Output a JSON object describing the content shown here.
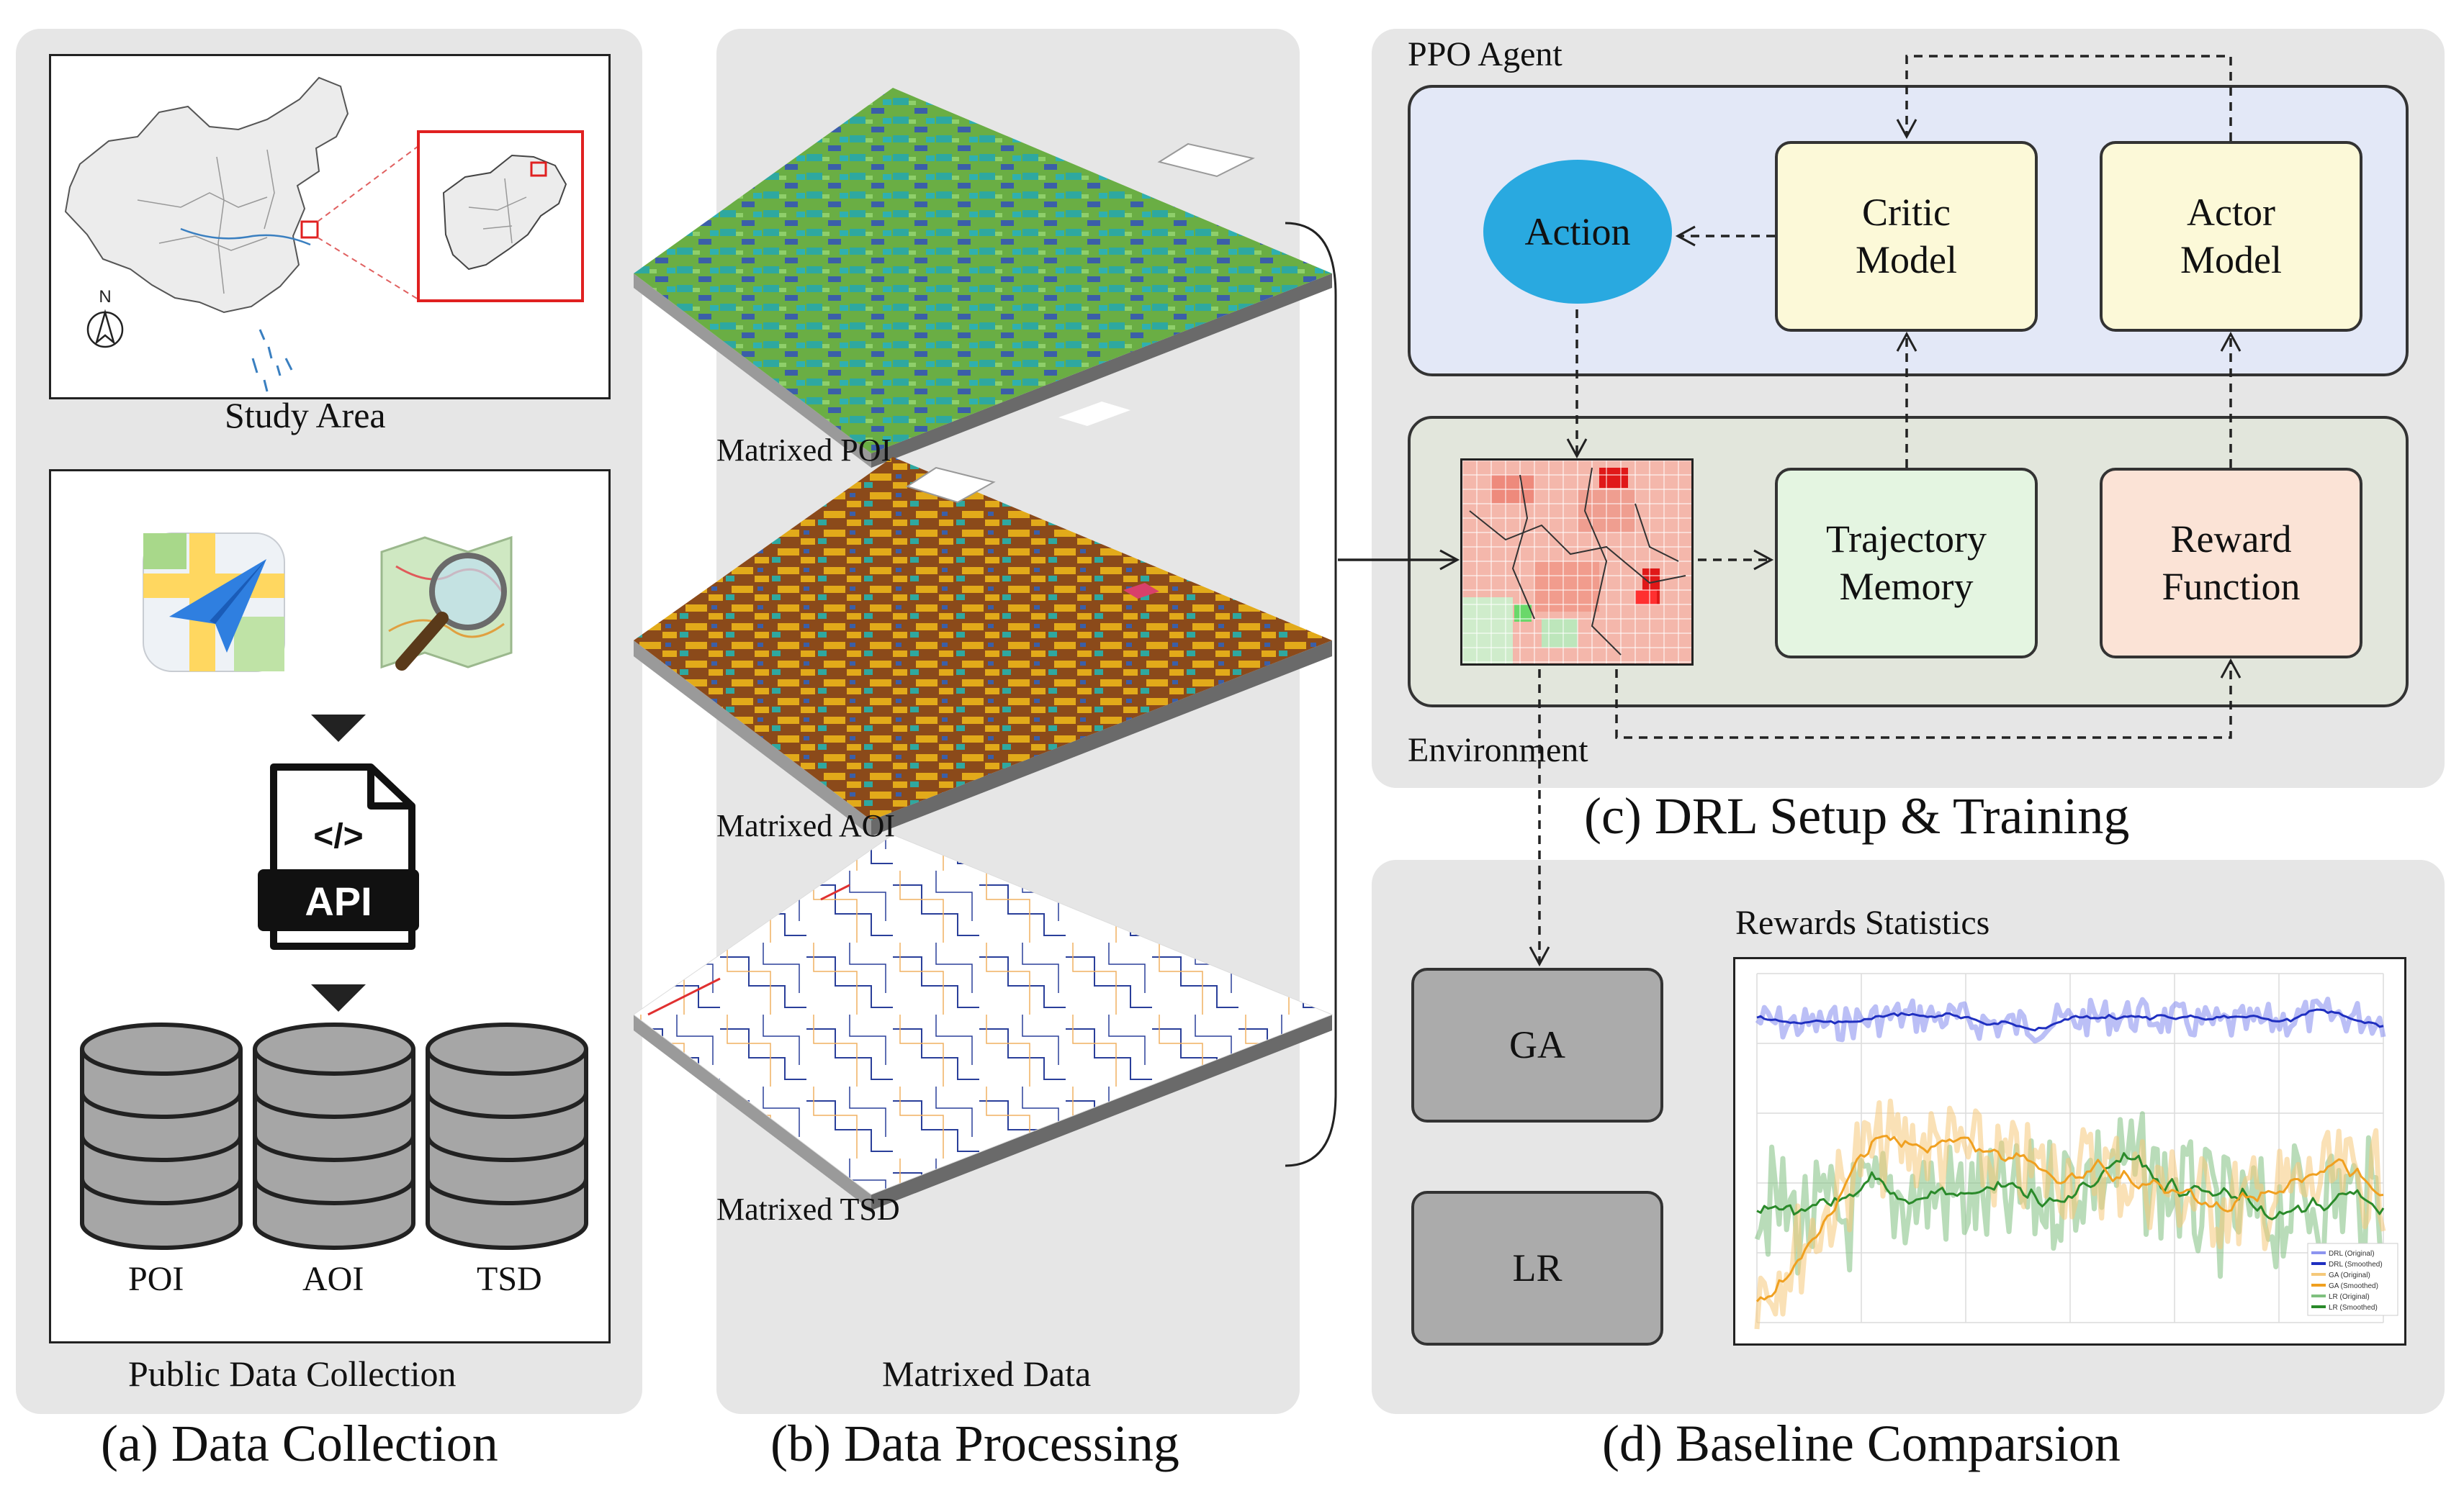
{
  "panel_a": {
    "study_area_label": "Study Area",
    "north_label": "N",
    "api_label": "API",
    "code_glyph": "</>",
    "db_labels": [
      "POI",
      "AOI",
      "TSD"
    ],
    "collection_label": "Public Data Collection",
    "caption": "(a) Data Collection"
  },
  "panel_b": {
    "layer_labels": [
      "Matrixed POI",
      "Matrixed AOI",
      "Matrixed TSD"
    ],
    "footer_label": "Matrixed Data",
    "caption": "(b) Data Processing"
  },
  "panel_c": {
    "agent_label": "PPO Agent",
    "action_label": "Action",
    "critic_label": "Critic Model",
    "actor_label": "Actor Model",
    "trajectory_label": "Trajectory Memory",
    "reward_label": "Reward Function",
    "environment_label": "Environment",
    "caption": "(c) DRL Setup & Training"
  },
  "panel_d": {
    "ga_label": "GA",
    "lr_label": "LR",
    "chart_title": "Rewards Statistics",
    "caption": "(d) Baseline Comparsion",
    "legend": [
      "DRL (Original)",
      "DRL (Smoothed)",
      "GA (Original)",
      "GA (Smoothed)",
      "LR (Original)",
      "LR (Smoothed)"
    ]
  },
  "colors": {
    "panel_bg": "#e6e6e6",
    "agent_bg": "#e3e8f7",
    "env_bg": "#e2e6dc",
    "action_blue": "#29a9e0",
    "model_yellow": "#fcf9d8",
    "memory_green": "#e4f5e1",
    "reward_peach": "#fbe3d6",
    "baseline_gray": "#ababab",
    "drl_line": "#1f2fc0",
    "ga_line": "#f0a020",
    "lr_line": "#2a8a2a"
  }
}
